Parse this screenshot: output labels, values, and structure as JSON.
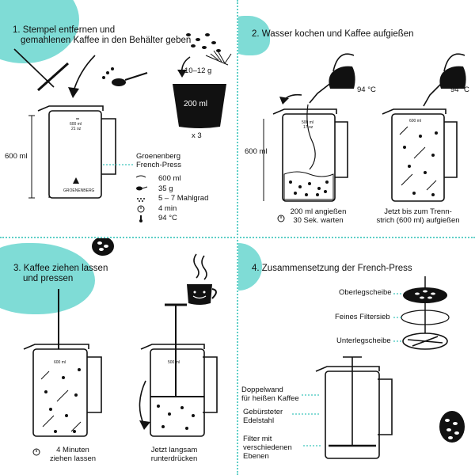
{
  "step1": {
    "title_line1": "1. Stempel entfernen und",
    "title_line2": "gemahlenen Kaffee in den Behälter geben",
    "dose": "10–12 g",
    "cup_volume": "200 ml",
    "multiplier": "x 3",
    "press_height": "600 ml",
    "jug_mark1": "600 ml",
    "jug_mark2": "21 oz",
    "brand": "GROENENBERG",
    "product_name_line1": "Groenenberg",
    "product_name_line2": "French-Press",
    "specs": [
      "600 ml",
      "35 g",
      "5 – 7 Mahlgrad",
      "4 min",
      "94 °C"
    ]
  },
  "step2": {
    "title": "2. Wasser kochen und Kaffee aufgießen",
    "temp_left": "94 °C",
    "temp_right": "94 °C",
    "press_height": "600 ml",
    "jug_mark1": "500 ml",
    "jug_mark2": "17 oz",
    "jug_mark3": "600 ml",
    "caption_left_line1": "200 ml angießen",
    "caption_left_line2": "30 Sek. warten",
    "caption_right_line1": "Jetzt bis zum Trenn-",
    "caption_right_line2": "strich (600 ml) aufgießen"
  },
  "step3": {
    "title_line1": "3. Kaffee ziehen lassen",
    "title_line2": "und pressen",
    "jug_mark_left": "600 ml",
    "jug_mark_right": "500 ml",
    "caption_left_line1": "4 Minuten",
    "caption_left_line2": "ziehen lassen",
    "caption_right_line1": "Jetzt langsam",
    "caption_right_line2": "runterdrücken"
  },
  "step4": {
    "title": "4. Zusammensetzung der French-Press",
    "part1": "Oberlegscheibe",
    "part2": "Feines Filtersieb",
    "part3": "Unterlegscheibe",
    "part4_line1": "Doppelwand",
    "part4_line2": "für heißen Kaffee",
    "part5_line1": "Gebürsteter",
    "part5_line2": "Edelstahl",
    "part6_line1": "Filter mit",
    "part6_line2": "verschiedenen",
    "part6_line3": "Ebenen"
  },
  "colors": {
    "accent": "#7fdcd6",
    "dotted": "#5fcfc7",
    "ink": "#1a1a1a"
  },
  "icons": [
    "timer-icon",
    "thermometer-icon",
    "scale-icon",
    "spoon-icon",
    "grind-icon",
    "steam-icon",
    "pinecone-icon",
    "pine-branch-icon",
    "smiley-cup-icon",
    "kettle-icon"
  ]
}
